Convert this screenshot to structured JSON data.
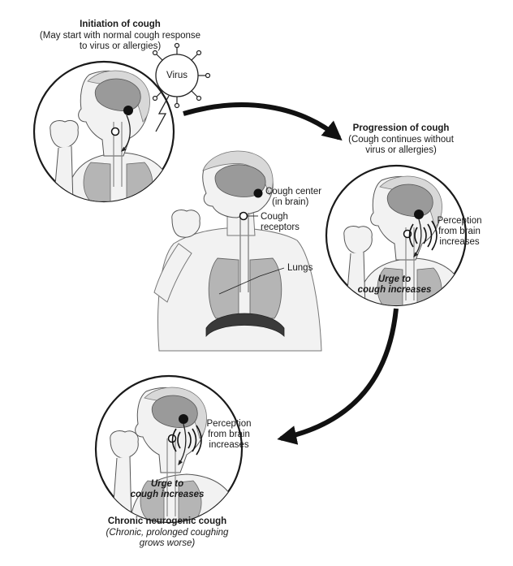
{
  "initiation": {
    "title": "Initiation of cough",
    "subtitle_line1": "(May start with normal cough response",
    "subtitle_line2": "to virus or allergies)",
    "virus_label": "Virus"
  },
  "progression": {
    "title": "Progression of cough",
    "subtitle_line1": "(Cough continues without",
    "subtitle_line2": "virus or allergies)",
    "perception_line1": "Perception",
    "perception_line2": "from brain",
    "perception_line3": "increases",
    "urge_line1": "Urge to",
    "urge_line2": "cough increases"
  },
  "central_figure": {
    "cough_center_line1": "Cough center",
    "cough_center_line2": "(in brain)",
    "cough_receptors_line1": "Cough",
    "cough_receptors_line2": "receptors",
    "lungs_label": "Lungs"
  },
  "chronic": {
    "perception_line1": "Perception",
    "perception_line2": "from brain",
    "perception_line3": "increases",
    "urge_line1": "Urge to",
    "urge_line2": "cough increases",
    "title": "Chronic neurogenic cough",
    "subtitle_line1": "(Chronic, prolonged coughing",
    "subtitle_line2": "grows worse)"
  },
  "colors": {
    "ink": "#1a1a1a",
    "skin_fill": "#f2f2f2",
    "brain_fill": "#9a9a9a",
    "lung_fill": "#b5b5b5",
    "arrow": "#111111"
  }
}
